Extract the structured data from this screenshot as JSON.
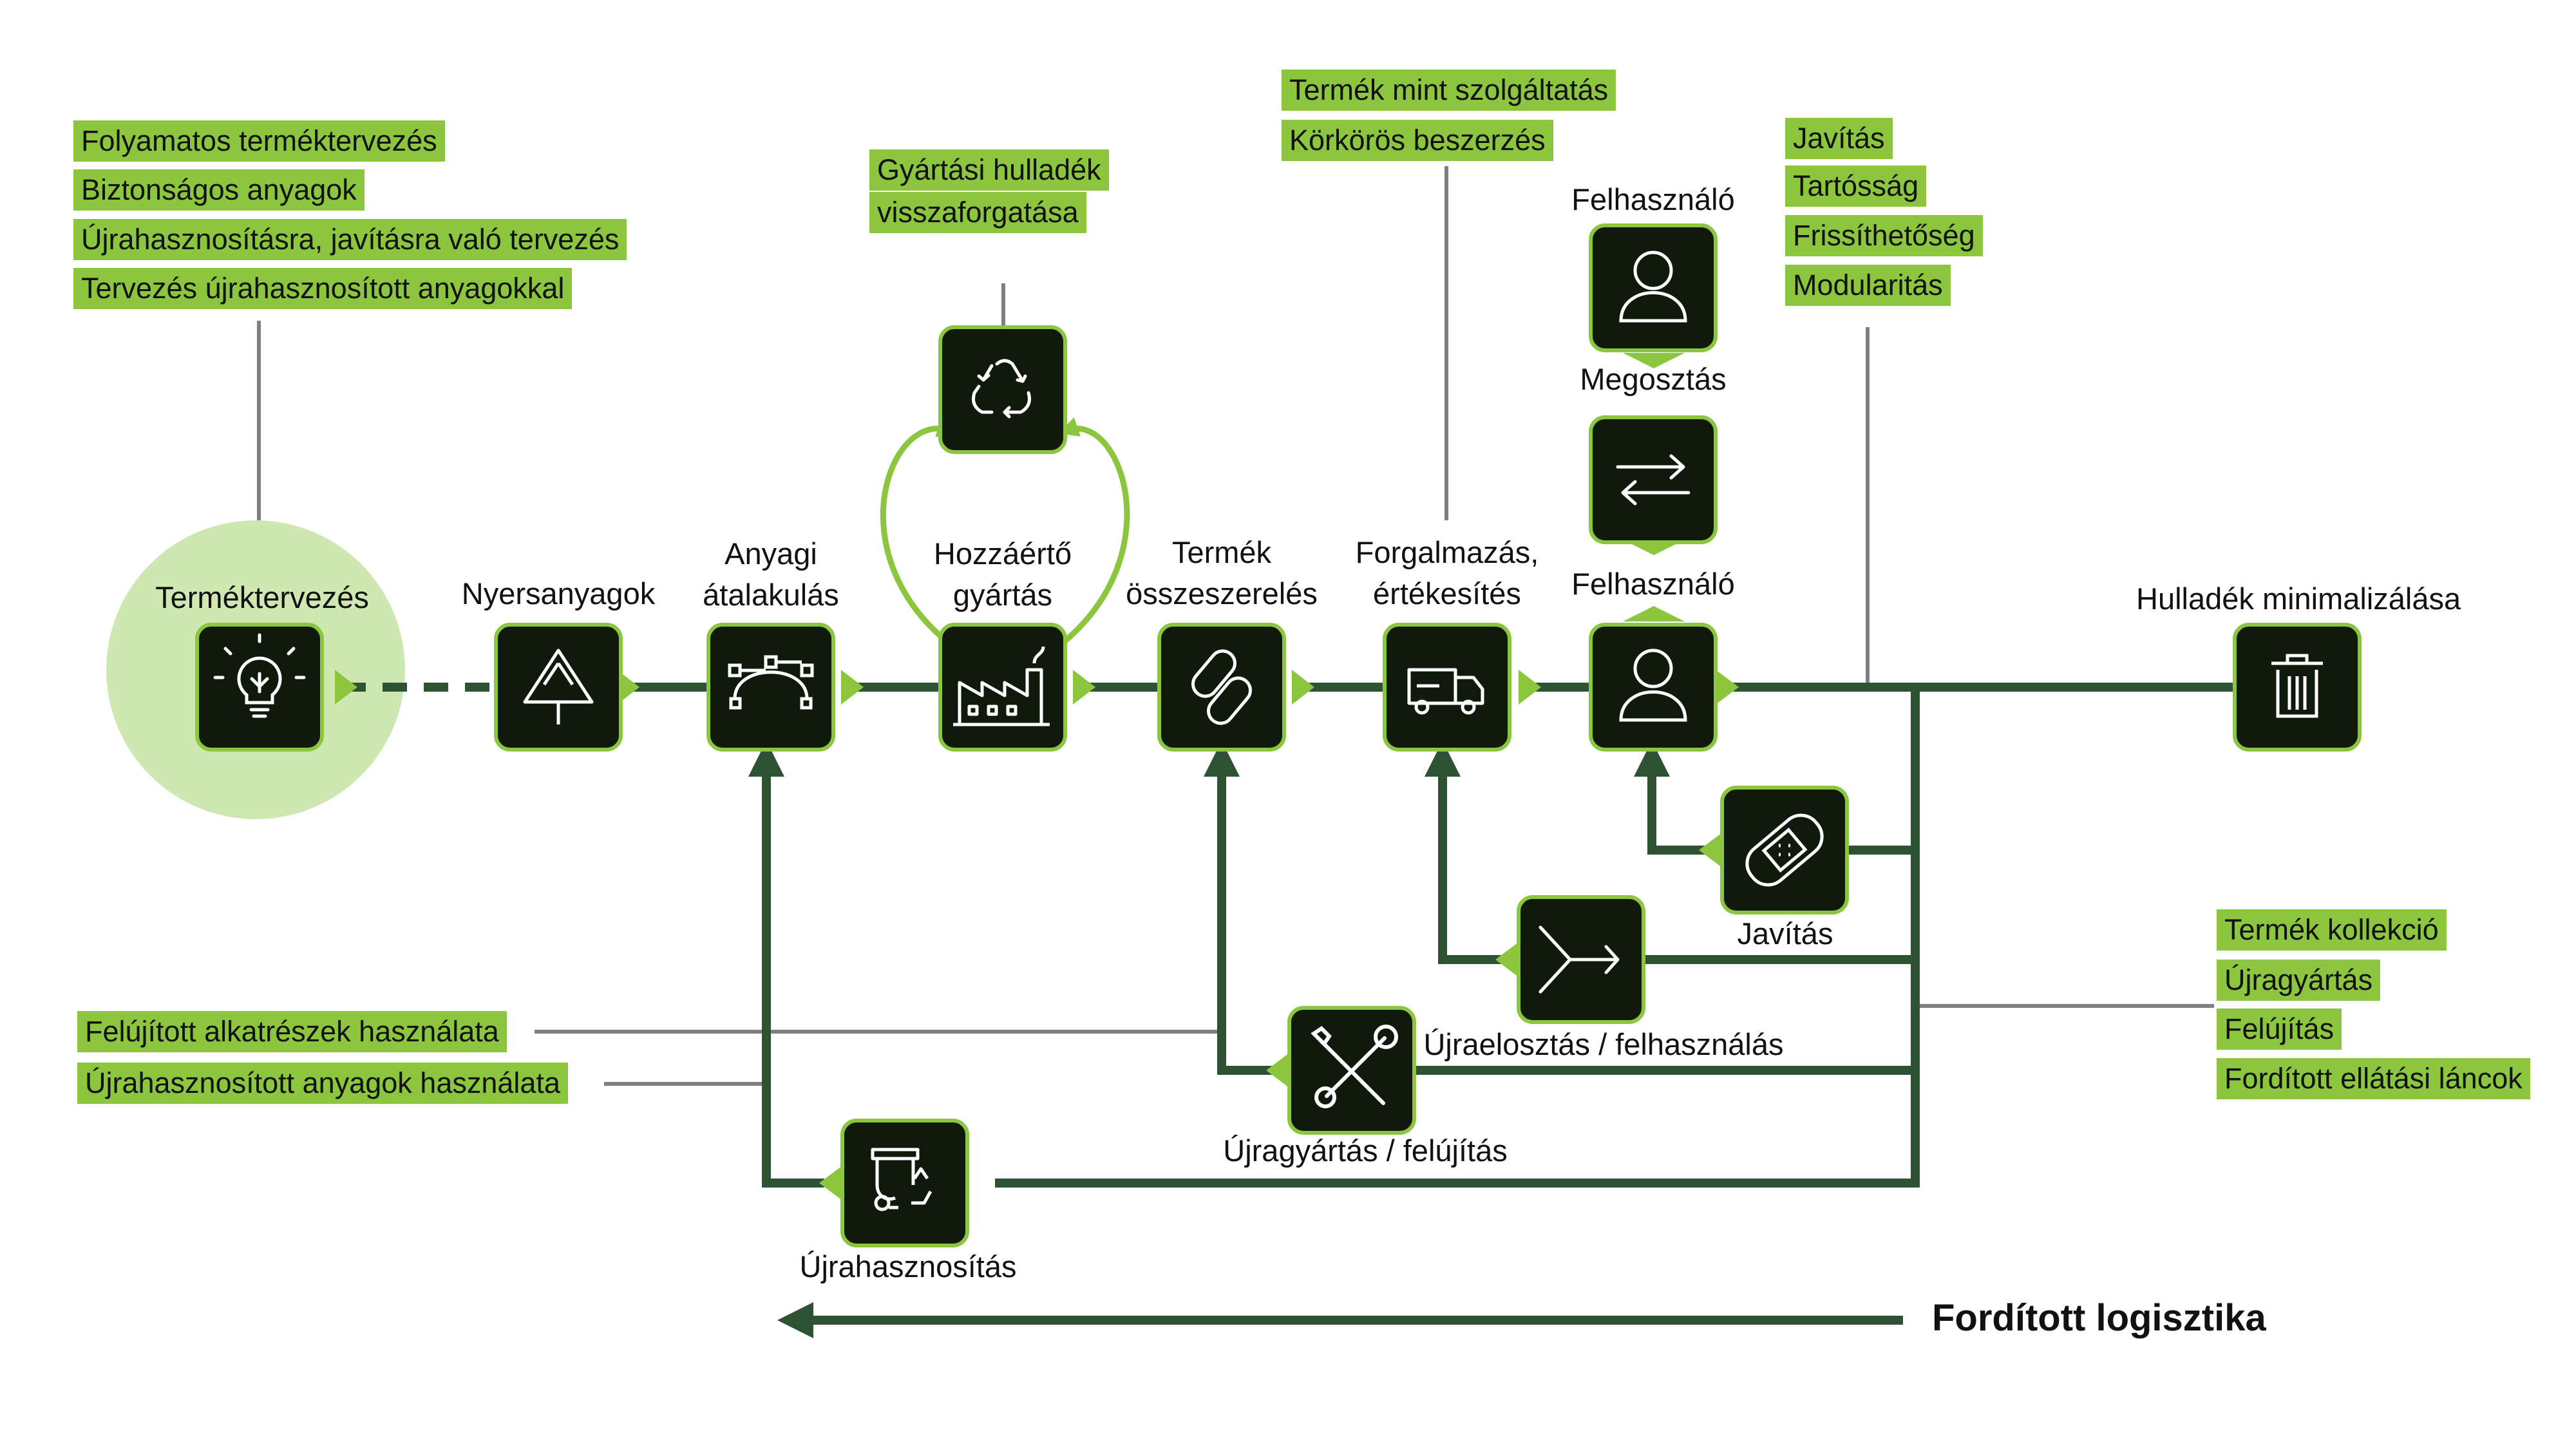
{
  "design_tags": [
    "Folyamatos terméktervezés",
    "Biztonságos anyagok",
    "Újrahasznosításra, javításra való tervezés",
    "Tervezés újrahasznosított anyagokkal"
  ],
  "waste_tags": [
    "Gyártási hulladék",
    "visszaforgatása"
  ],
  "service_tags": [
    "Termék mint szolgáltatás",
    "Körkörös beszerzés"
  ],
  "repair_tags": [
    "Javítás",
    "Tartósság",
    "Frissíthetőség",
    "Modularitás"
  ],
  "collection_tags": [
    "Termék kollekció",
    "Újragyártás",
    "Felújítás",
    "Fordított ellátási láncok"
  ],
  "parts_tags": [
    "Felújított alkatrészek használata",
    "Újrahasznosított anyagok használata"
  ],
  "labels": {
    "design": "Terméktervezés",
    "raw": "Nyersanyagok",
    "material_1": "Anyagi",
    "material_2": "átalakulás",
    "manufacturing_1": "Hozzáértő",
    "manufacturing_2": "gyártás",
    "assembly_1": "Termék",
    "assembly_2": "összeszerelés",
    "distribution_1": "Forgalmazás,",
    "distribution_2": "értékesítés",
    "user_top": "Felhasználó",
    "sharing": "Megosztás",
    "user_mid": "Felhasználó",
    "waste_min": "Hulladék minimalizálása",
    "repair": "Javítás",
    "redistribution": "Újraelosztás / felhasználás",
    "remanufacturing": "Újragyártás / felújítás",
    "recycling": "Újrahasznosítás",
    "reverse_logistics": "Fordított logisztika"
  },
  "icons": [
    "lightbulb-icon",
    "trees-icon",
    "bezier-icon",
    "factory-icon",
    "recycle-icon",
    "chain-link-icon",
    "truck-icon",
    "user-icon",
    "exchange-arrows-icon",
    "trash-can-icon",
    "bandage-icon",
    "redistribute-arrow-icon",
    "wrench-screwdriver-icon",
    "recycling-bin-icon"
  ],
  "colors": {
    "node": "#0f1a0d",
    "accent": "#8cc63f",
    "line": "#2d5234",
    "connector": "#7f7f7f",
    "design_circle": "#cfe8b1"
  }
}
